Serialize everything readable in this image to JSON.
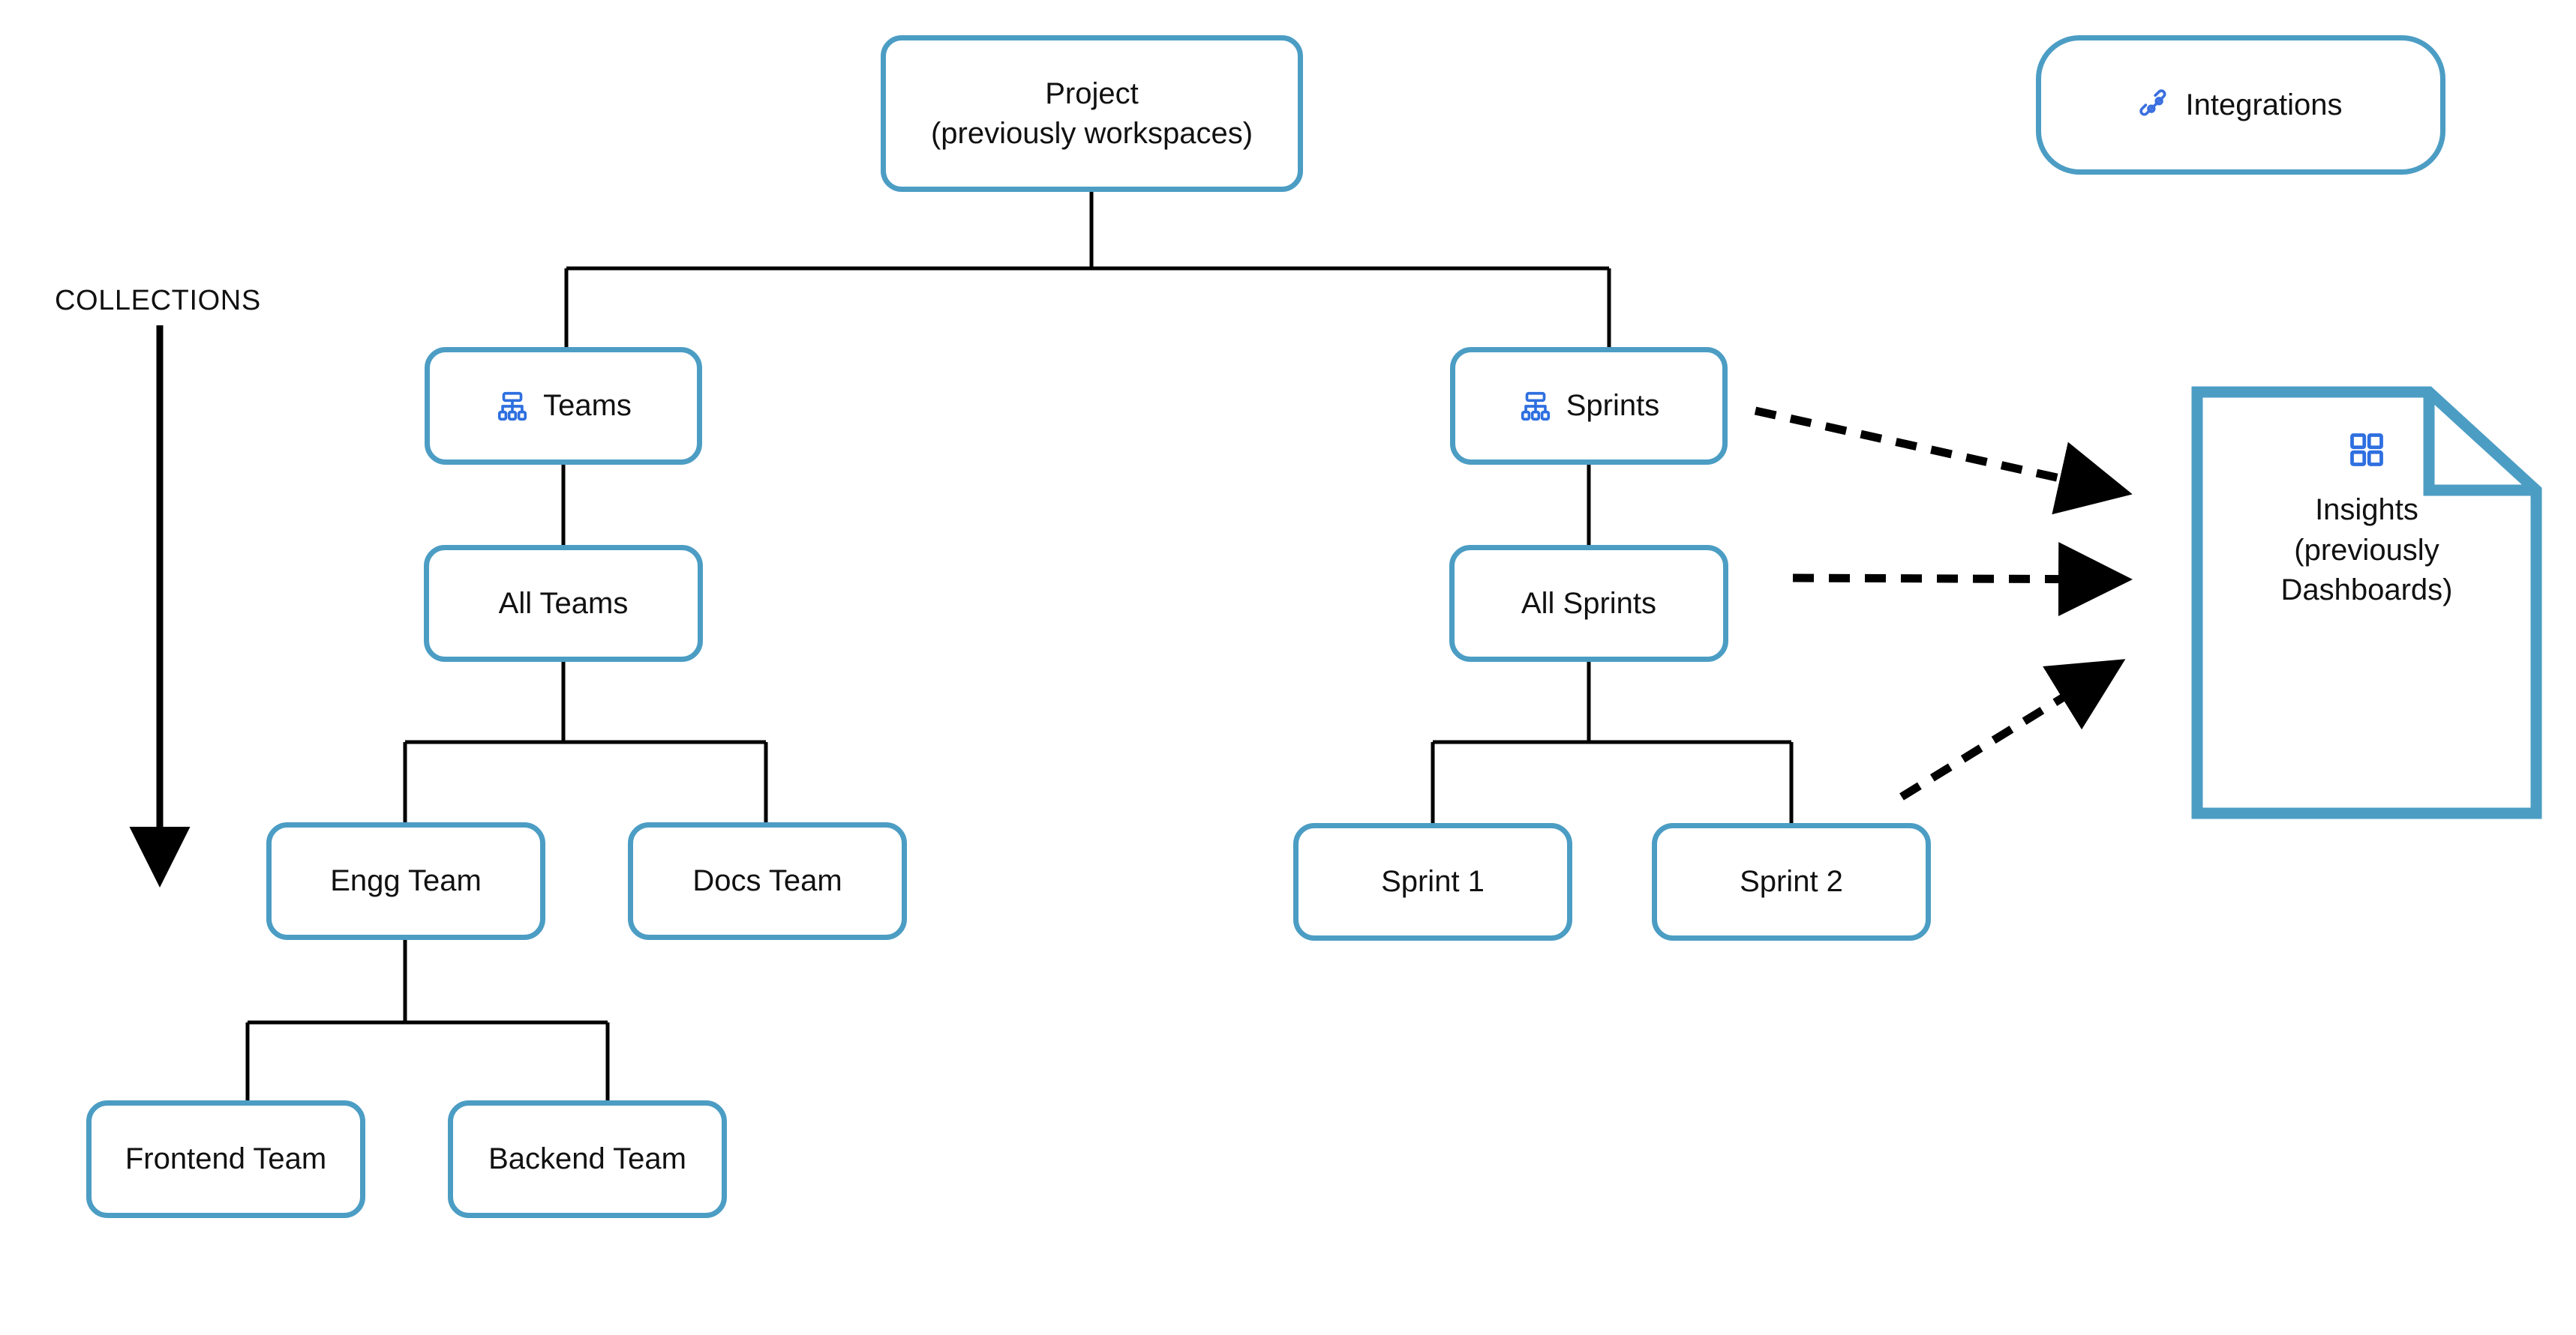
{
  "diagram": {
    "title_label": "COLLECTIONS",
    "accent_color": "#4C9DC4",
    "icon_color": "#3B6FE0",
    "line_color": "#000000",
    "background_color": "#ffffff"
  },
  "nodes": {
    "project": {
      "label": "Project\n(previously workspaces)"
    },
    "integrations": {
      "label": "Integrations",
      "icon": "plug-connector-icon"
    },
    "teams": {
      "label": "Teams",
      "icon": "org-hierarchy-icon"
    },
    "all_teams": {
      "label": "All Teams"
    },
    "engg_team": {
      "label": "Engg Team"
    },
    "docs_team": {
      "label": "Docs Team"
    },
    "frontend_team": {
      "label": "Frontend Team"
    },
    "backend_team": {
      "label": "Backend Team"
    },
    "sprints": {
      "label": "Sprints",
      "icon": "org-hierarchy-icon"
    },
    "all_sprints": {
      "label": "All Sprints"
    },
    "sprint_1": {
      "label": "Sprint 1"
    },
    "sprint_2": {
      "label": "Sprint 2"
    },
    "insights": {
      "label": "Insights\n(previously\nDashboards)",
      "icon": "dashboard-grid-icon"
    }
  },
  "edges": {
    "project_to_teams": "solid",
    "project_to_sprints": "solid",
    "teams_to_all_teams": "solid",
    "all_teams_to_engg_team": "solid",
    "all_teams_to_docs_team": "solid",
    "engg_team_to_frontend_team": "solid",
    "engg_team_to_backend_team": "solid",
    "sprints_to_all_sprints": "solid",
    "all_sprints_to_sprint_1": "solid",
    "all_sprints_to_sprint_2": "solid",
    "sprints_to_insights": "dashed-arrow",
    "all_sprints_to_insights": "dashed-arrow",
    "sprint_2_to_insights": "dashed-arrow",
    "collections_direction": "downward-arrow"
  }
}
